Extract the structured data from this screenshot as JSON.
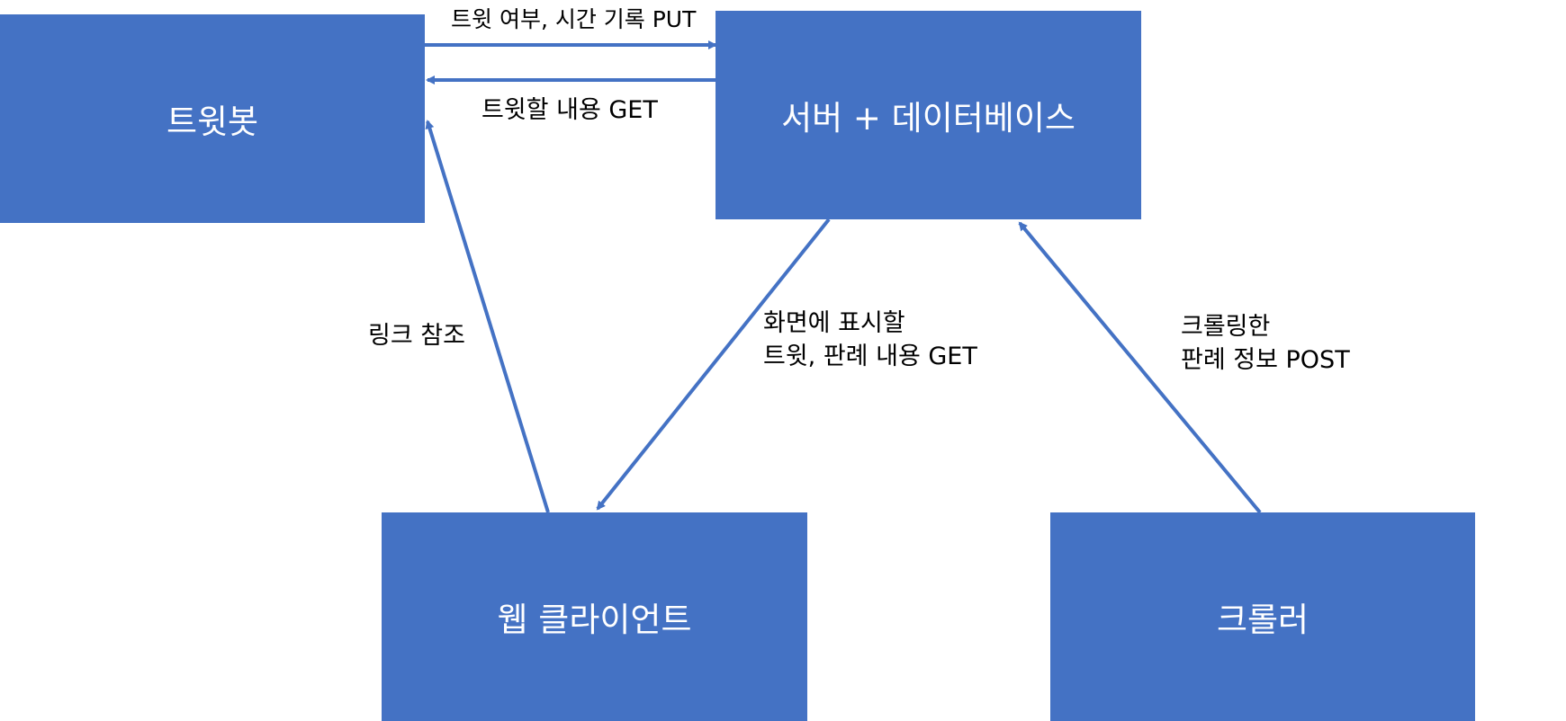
{
  "colors": {
    "box_fill": "#4472C4",
    "arrow": "#4472C4",
    "box_text": "#FFFFFF",
    "label_text": "#000000"
  },
  "nodes": {
    "tweetbot": "트윗봇",
    "server_db": "서버 + 데이터베이스",
    "web_client": "웹 클라이언트",
    "crawler": "크롤러"
  },
  "edges": {
    "put_record": "트윗 여부, 시간 기록 PUT",
    "get_tweet": "트윗할 내용 GET",
    "link_ref": "링크 참조",
    "display_get": [
      "화면에 표시할",
      "트윗, 판례 내용 GET"
    ],
    "crawl_post": [
      "크롤링한",
      "판례 정보 POST"
    ]
  }
}
